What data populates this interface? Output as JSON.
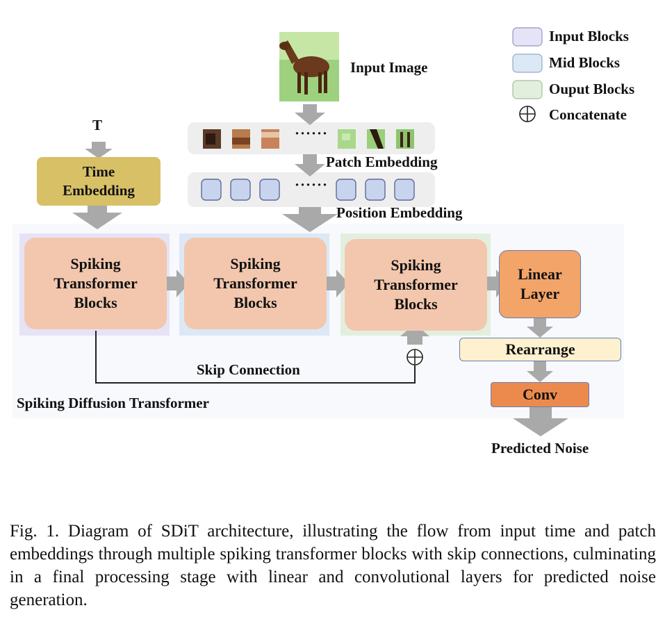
{
  "legend": {
    "input_blocks": "Input Blocks",
    "mid_blocks": "Mid Blocks",
    "output_blocks": "Ouput Blocks",
    "concatenate": "Concatenate",
    "colors": {
      "input": "#e6e3f6",
      "mid": "#dde8f6",
      "output": "#e3efde"
    }
  },
  "inputs": {
    "t_label": "T",
    "time_embedding": "Time\nEmbedding",
    "input_image": "Input Image",
    "patch_embedding": "Patch Embedding",
    "position_embedding": "Position Embedding",
    "ellipsis": "······"
  },
  "blocks": {
    "stb1": "Spiking\nTransformer\nBlocks",
    "stb2": "Spiking\nTransformer\nBlocks",
    "stb3": "Spiking\nTransformer\nBlocks",
    "linear_layer": "Linear\nLayer",
    "rearrange": "Rearrange",
    "conv": "Conv",
    "predicted_noise": "Predicted Noise",
    "skip_connection": "Skip Connection",
    "container_label": "Spiking Diffusion Transformer"
  },
  "colors": {
    "time_embedding": "#d8c067",
    "stb": "#f3c7ad",
    "linear": "#f2a469",
    "rearrange": "#fdf1cf",
    "conv": "#ec8a4e",
    "token": "#c8d3ee",
    "arrow": "#a9a9a9"
  },
  "caption": "Fig. 1.  Diagram of SDiT architecture, illustrating the flow from input time and patch embeddings through multiple spiking transformer blocks with skip connections, culminating in a final processing stage with linear and convolutional layers for predicted noise generation."
}
